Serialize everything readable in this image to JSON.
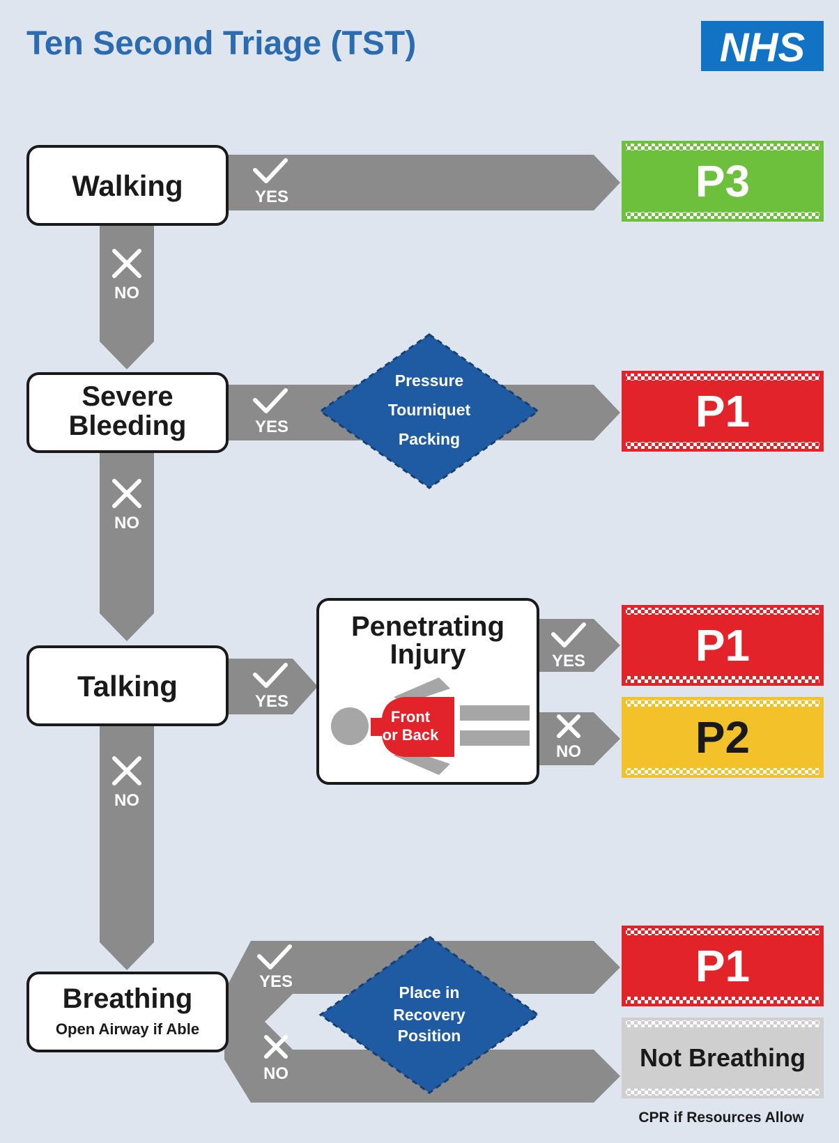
{
  "title": "Ten Second Triage (TST)",
  "logo": "NHS",
  "colors": {
    "background": "#dfe5ef",
    "title": "#2b6cb0",
    "nhs_blue": "#1273c4",
    "arrow_grey": "#8b8b8b",
    "p3_green": "#6cc03c",
    "p1_red": "#e2242a",
    "p2_yellow": "#f3c22b",
    "not_breathing_grey": "#cfcfcf",
    "diamond_blue": "#1f5ba3"
  },
  "nodes": {
    "walking": "Walking",
    "severe_bleeding_line1": "Severe",
    "severe_bleeding_line2": "Bleeding",
    "talking": "Talking",
    "breathing": "Breathing",
    "breathing_sub": "Open Airway if Able",
    "penetrating_line1": "Penetrating",
    "penetrating_line2": "Injury",
    "front_line1": "Front",
    "front_line2": "or Back"
  },
  "labels": {
    "yes": "YES",
    "no": "NO"
  },
  "actions": {
    "bleeding": [
      "Pressure",
      "Tourniquet",
      "Packing"
    ],
    "recovery": [
      "Place in",
      "Recovery",
      "Position"
    ]
  },
  "outcomes": {
    "walking": "P3",
    "bleeding": "P1",
    "penetrating_yes": "P1",
    "penetrating_no": "P2",
    "breathing_yes": "P1",
    "breathing_no": "Not Breathing",
    "cpr_note": "CPR if Resources Allow"
  }
}
